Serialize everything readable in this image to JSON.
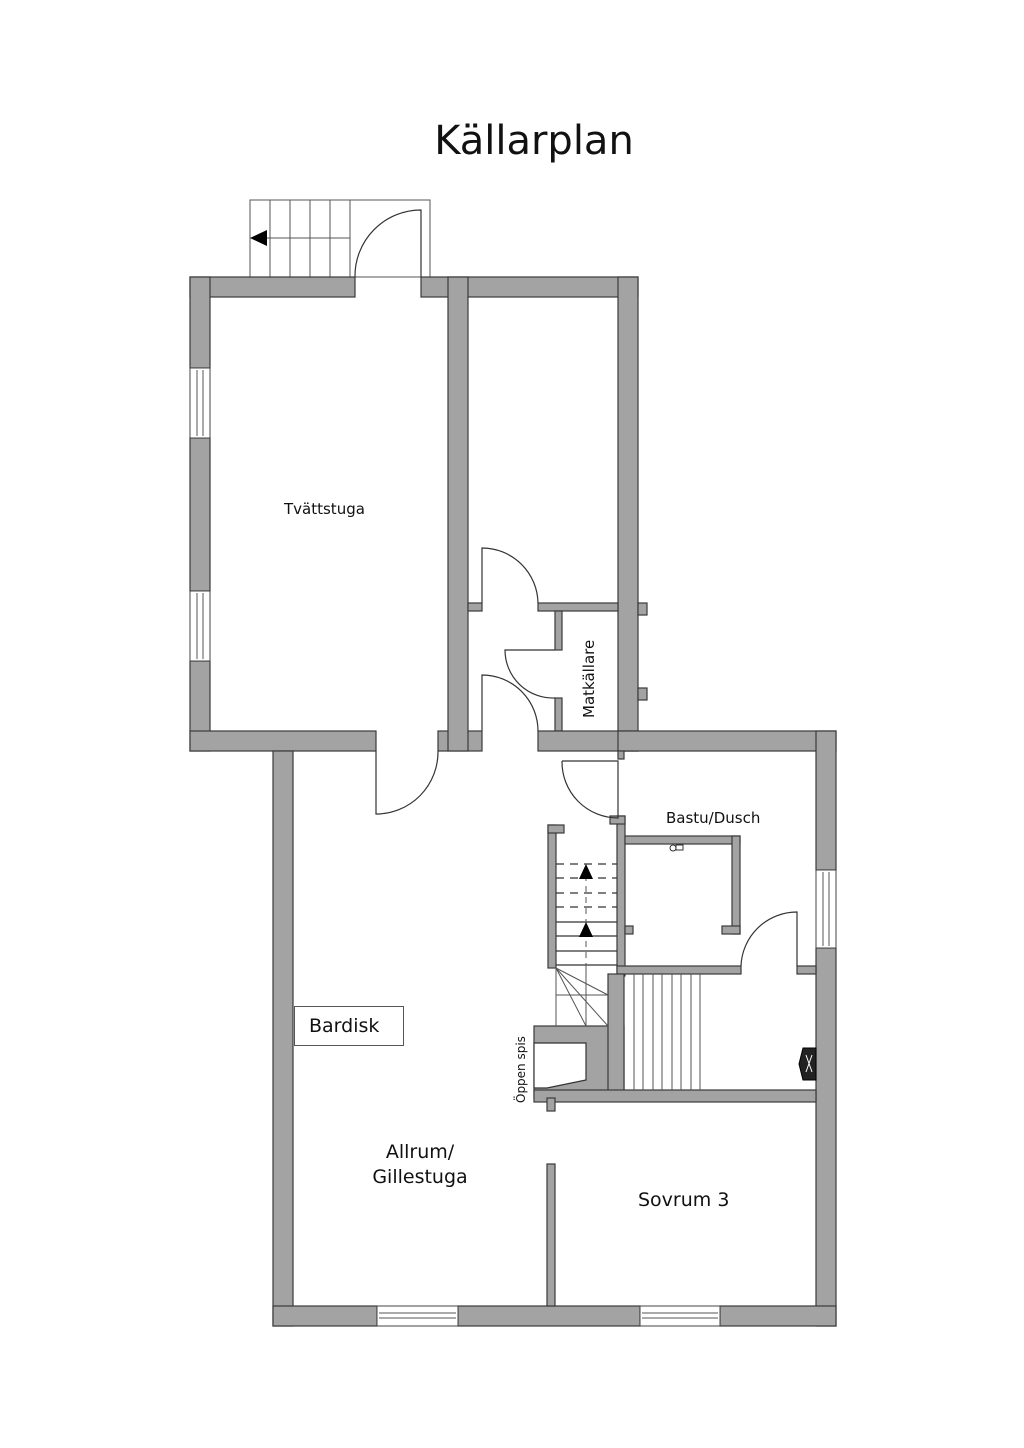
{
  "plan": {
    "title": "Källarplan",
    "rooms": [
      {
        "id": "tvattstuga",
        "label": "Tvättstuga"
      },
      {
        "id": "matkallare",
        "label": "Matkällare"
      },
      {
        "id": "bastu",
        "label": "Bastu/Dusch"
      },
      {
        "id": "bardisk",
        "label": "Bardisk"
      },
      {
        "id": "oppen_spis",
        "label": "Öppen spis"
      },
      {
        "id": "allrum",
        "label_line1": "Allrum/",
        "label_line2": "Gillestuga"
      },
      {
        "id": "sovrum3",
        "label": "Sovrum 3"
      }
    ],
    "colors": {
      "wall_fill": "#a3a3a3",
      "wall_stroke": "#3a3a3a",
      "background": "#ffffff",
      "text": "#111111"
    }
  }
}
